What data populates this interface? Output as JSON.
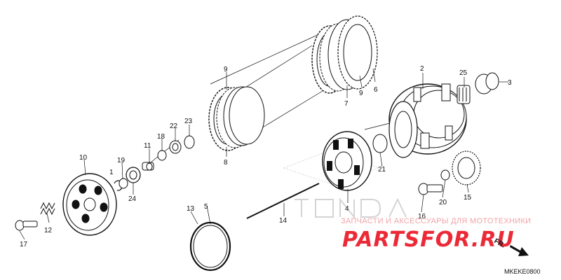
{
  "callouts": {
    "c1": "1",
    "c2": "2",
    "c3": "3",
    "c4": "4",
    "c5": "5",
    "c6": "6",
    "c7": "7",
    "c8": "8",
    "c9a": "9",
    "c9b": "9",
    "c10": "10",
    "c11": "11",
    "c12": "12",
    "c13": "13",
    "c14": "14",
    "c15": "15",
    "c16": "16",
    "c17": "17",
    "c18": "18",
    "c19": "19",
    "c20": "20",
    "c21": "21",
    "c22": "22",
    "c23": "23",
    "c24": "24",
    "c25": "25"
  },
  "watermark": {
    "subtitle": "ЗАПЧАСТИ И АКСЕССУАРЫ ДЛЯ МОТОТЕХНИКИ",
    "brand": "PARTSFOR.RU"
  },
  "direction_label": "FR.",
  "diagram_code": "MKEKE0800",
  "colors": {
    "line": "#111111",
    "watermark_red": "#ec2a37",
    "watermark_pink": "#f1a3a8",
    "honda_gray": "#d4d4d4"
  }
}
